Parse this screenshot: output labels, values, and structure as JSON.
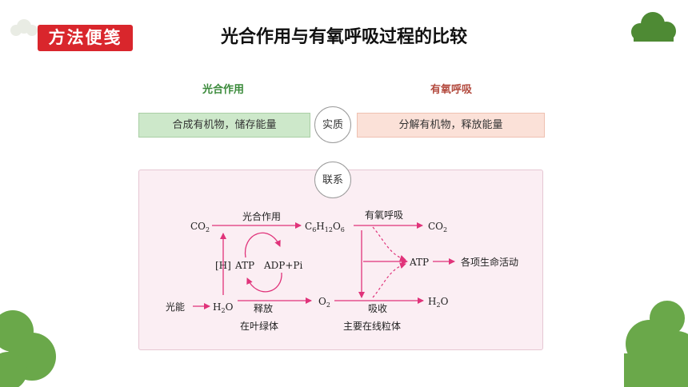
{
  "header": {
    "badge": "方法便笺",
    "title": "光合作用与有氧呼吸过程的比较"
  },
  "columns": {
    "left_heading": "光合作用",
    "right_heading": "有氧呼吸"
  },
  "essence": {
    "label": "实质",
    "photosynthesis": "合成有机物，储存能量",
    "respiration": "分解有机物，释放能量"
  },
  "link": {
    "label": "联系"
  },
  "diagram": {
    "co2_left": "CO",
    "co2_left_sub": "2",
    "top_arrow_label": "光合作用",
    "glucose": {
      "c": "C",
      "c_sub": "6",
      "h": "H",
      "h_sub": "12",
      "o": "O",
      "o_sub": "6"
    },
    "resp_label": "有氧呼吸",
    "co2_right": "CO",
    "co2_right_sub": "2",
    "h_bracket": "[H]",
    "atp_left": "ATP",
    "adp_pi": "ADP+Pi",
    "atp_right": "ATP",
    "life_activities": "各项生命活动",
    "light_energy": "光能",
    "h2o_left_h": "H",
    "h2o_left_sub": "2",
    "h2o_left_o": "O",
    "release_label": "释放",
    "o2": "O",
    "o2_sub": "2",
    "absorb_label": "吸收",
    "h2o_right_h": "H",
    "h2o_right_sub": "2",
    "h2o_right_o": "O",
    "chloroplast_note": "在叶绿体",
    "mitochondria_note": "主要在线粒体"
  },
  "colors": {
    "badge": "#d9262c",
    "arrow": "#e0337a",
    "photosynthesis_box": "#cde8ca",
    "respiration_box": "#fbe1d8",
    "link_panel": "#fbeef3",
    "decoration": "#5a9a3c"
  }
}
